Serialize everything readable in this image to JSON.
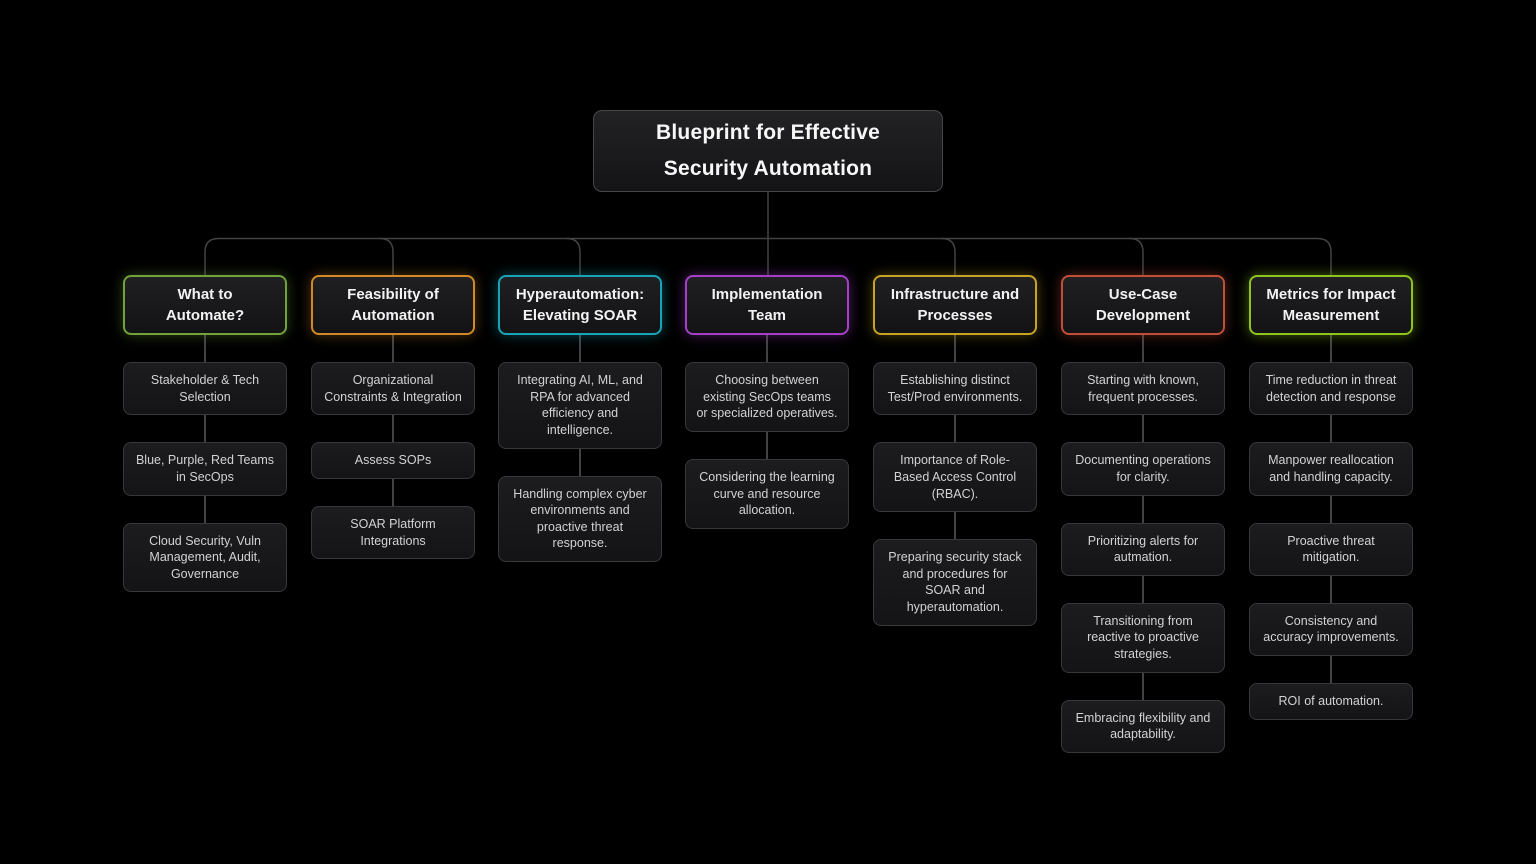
{
  "title": "Blueprint for Effective\nSecurity Automation",
  "connector_color": "#424245",
  "background_color": "#000000",
  "branches": [
    {
      "label": "What to\nAutomate?",
      "accent": "#72a23c",
      "children": [
        "Stakeholder & Tech Selection",
        "Blue, Purple, Red Teams in SecOps",
        "Cloud Security, Vuln Management, Audit, Governance"
      ]
    },
    {
      "label": "Feasibility of\nAutomation",
      "accent": "#d18a27",
      "children": [
        "Organizational Constraints & Integration",
        "Assess SOPs",
        "SOAR Platform Integrations"
      ]
    },
    {
      "label": "Hyperautomation:\nElevating SOAR",
      "accent": "#1aa3b8",
      "children": [
        "Integrating AI, ML, and RPA for advanced efficiency and intelligence.",
        "Handling complex cyber environments and proactive threat response."
      ]
    },
    {
      "label": "Implementation\nTeam",
      "accent": "#a53fc7",
      "children": [
        "Choosing between existing SecOps teams or specialized operatives.",
        "Considering the learning curve and resource allocation."
      ]
    },
    {
      "label": "Infrastructure and\nProcesses",
      "accent": "#c7a326",
      "children": [
        "Establishing distinct Test/Prod environments.",
        "Importance of Role-Based Access Control (RBAC).",
        "Preparing security stack and procedures for SOAR and hyperautomation."
      ]
    },
    {
      "label": "Use-Case\nDevelopment",
      "accent": "#c14f38",
      "children": [
        "Starting with known, frequent processes.",
        "Documenting operations for clarity.",
        "Prioritizing alerts for autmation.",
        "Transitioning from reactive to proactive strategies.",
        "Embracing flexibility and adaptability."
      ]
    },
    {
      "label": "Metrics for Impact\nMeasurement",
      "accent": "#8fc41f",
      "children": [
        "Time reduction in threat detection and response",
        "Manpower reallocation and handling capacity.",
        "Proactive threat mitigation.",
        "Consistency and accuracy improvements.",
        "ROI of automation."
      ]
    }
  ]
}
